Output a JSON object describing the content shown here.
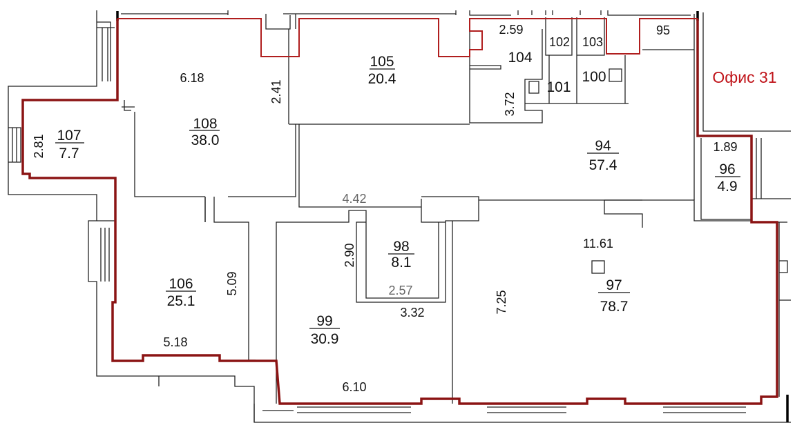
{
  "plan": {
    "office_label": "Офис 31",
    "accent_color": "#c0141a",
    "rooms": [
      {
        "number": "108",
        "area": "38.0"
      },
      {
        "number": "107",
        "area": "7.7"
      },
      {
        "number": "105",
        "area": "20.4"
      },
      {
        "number": "104"
      },
      {
        "number": "102"
      },
      {
        "number": "103"
      },
      {
        "number": "101"
      },
      {
        "number": "100"
      },
      {
        "number": "95"
      },
      {
        "number": "94",
        "area": "57.4"
      },
      {
        "number": "96",
        "area": "4.9"
      },
      {
        "number": "98",
        "area": "8.1"
      },
      {
        "number": "106",
        "area": "25.1"
      },
      {
        "number": "99",
        "area": "30.9"
      },
      {
        "number": "97",
        "area": "78.7"
      }
    ],
    "dimensions": {
      "d618": "6.18",
      "d241": "2.41",
      "d281": "2.81",
      "d259": "2.59",
      "d372": "3.72",
      "d189": "1.89",
      "d442": "4.42",
      "d290": "2.90",
      "d257": "2.57",
      "d332": "3.32",
      "d509": "5.09",
      "d518": "5.18",
      "d610": "6.10",
      "d1161": "11.61",
      "d725": "7.25"
    }
  }
}
